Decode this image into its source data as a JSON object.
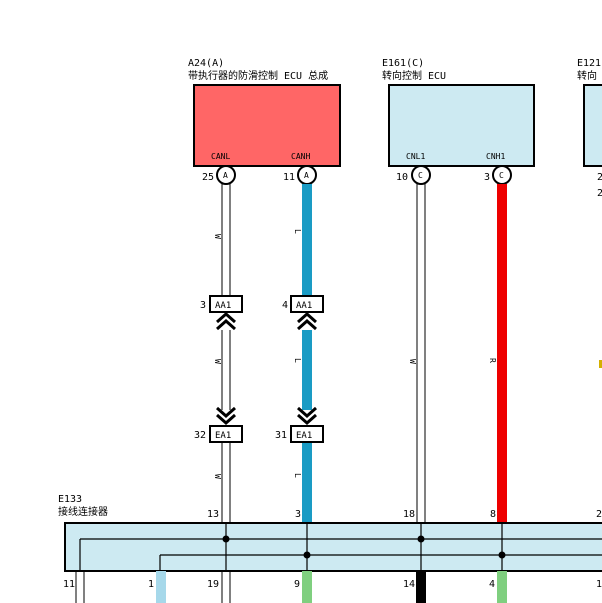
{
  "components": {
    "a24": {
      "code": "A24(A)",
      "name": "带执行器的防滑控制 ECU 总成",
      "fill": "#ff6666",
      "terminals": [
        {
          "name": "CANL",
          "pin": "25",
          "conn": "A"
        },
        {
          "name": "CANH",
          "pin": "11",
          "conn": "A"
        }
      ]
    },
    "e161": {
      "code": "E161(C)",
      "name": "转向控制 ECU",
      "fill": "#cdeaf2",
      "terminals": [
        {
          "name": "CNL1",
          "pin": "10",
          "conn": "C"
        },
        {
          "name": "CNH1",
          "pin": "3",
          "conn": "C"
        }
      ]
    },
    "e121": {
      "code": "E121",
      "name": "转向",
      "fill": "#cdeaf2",
      "pin_top": "2",
      "pin_bottom": "2"
    },
    "e133": {
      "code": "E133",
      "name": "接线连接器",
      "fill": "#cdeaf2",
      "top_pins": [
        "13",
        "3",
        "18",
        "8",
        "2"
      ],
      "bottom_pins": [
        "11",
        "1",
        "19",
        "9",
        "14",
        "4",
        "1"
      ]
    }
  },
  "inline_connectors": {
    "aa1_left": {
      "pin": "3",
      "name": "AA1"
    },
    "aa1_right": {
      "pin": "4",
      "name": "AA1"
    },
    "ea1_left": {
      "pin": "32",
      "name": "EA1"
    },
    "ea1_right": {
      "pin": "31",
      "name": "EA1"
    }
  },
  "wires": {
    "canl_color_letter": "W",
    "canh_color_letter": "L",
    "cnl1_color_letter": "W",
    "cnh1_color_letter": "R"
  },
  "colors": {
    "wire_blue": "#1a9bc4",
    "wire_red": "#ee0000",
    "wire_green": "#7fcf7f",
    "wire_lightblue": "#a6d8ea",
    "wire_black": "#000000",
    "wire_yellow": "#d4b000"
  }
}
